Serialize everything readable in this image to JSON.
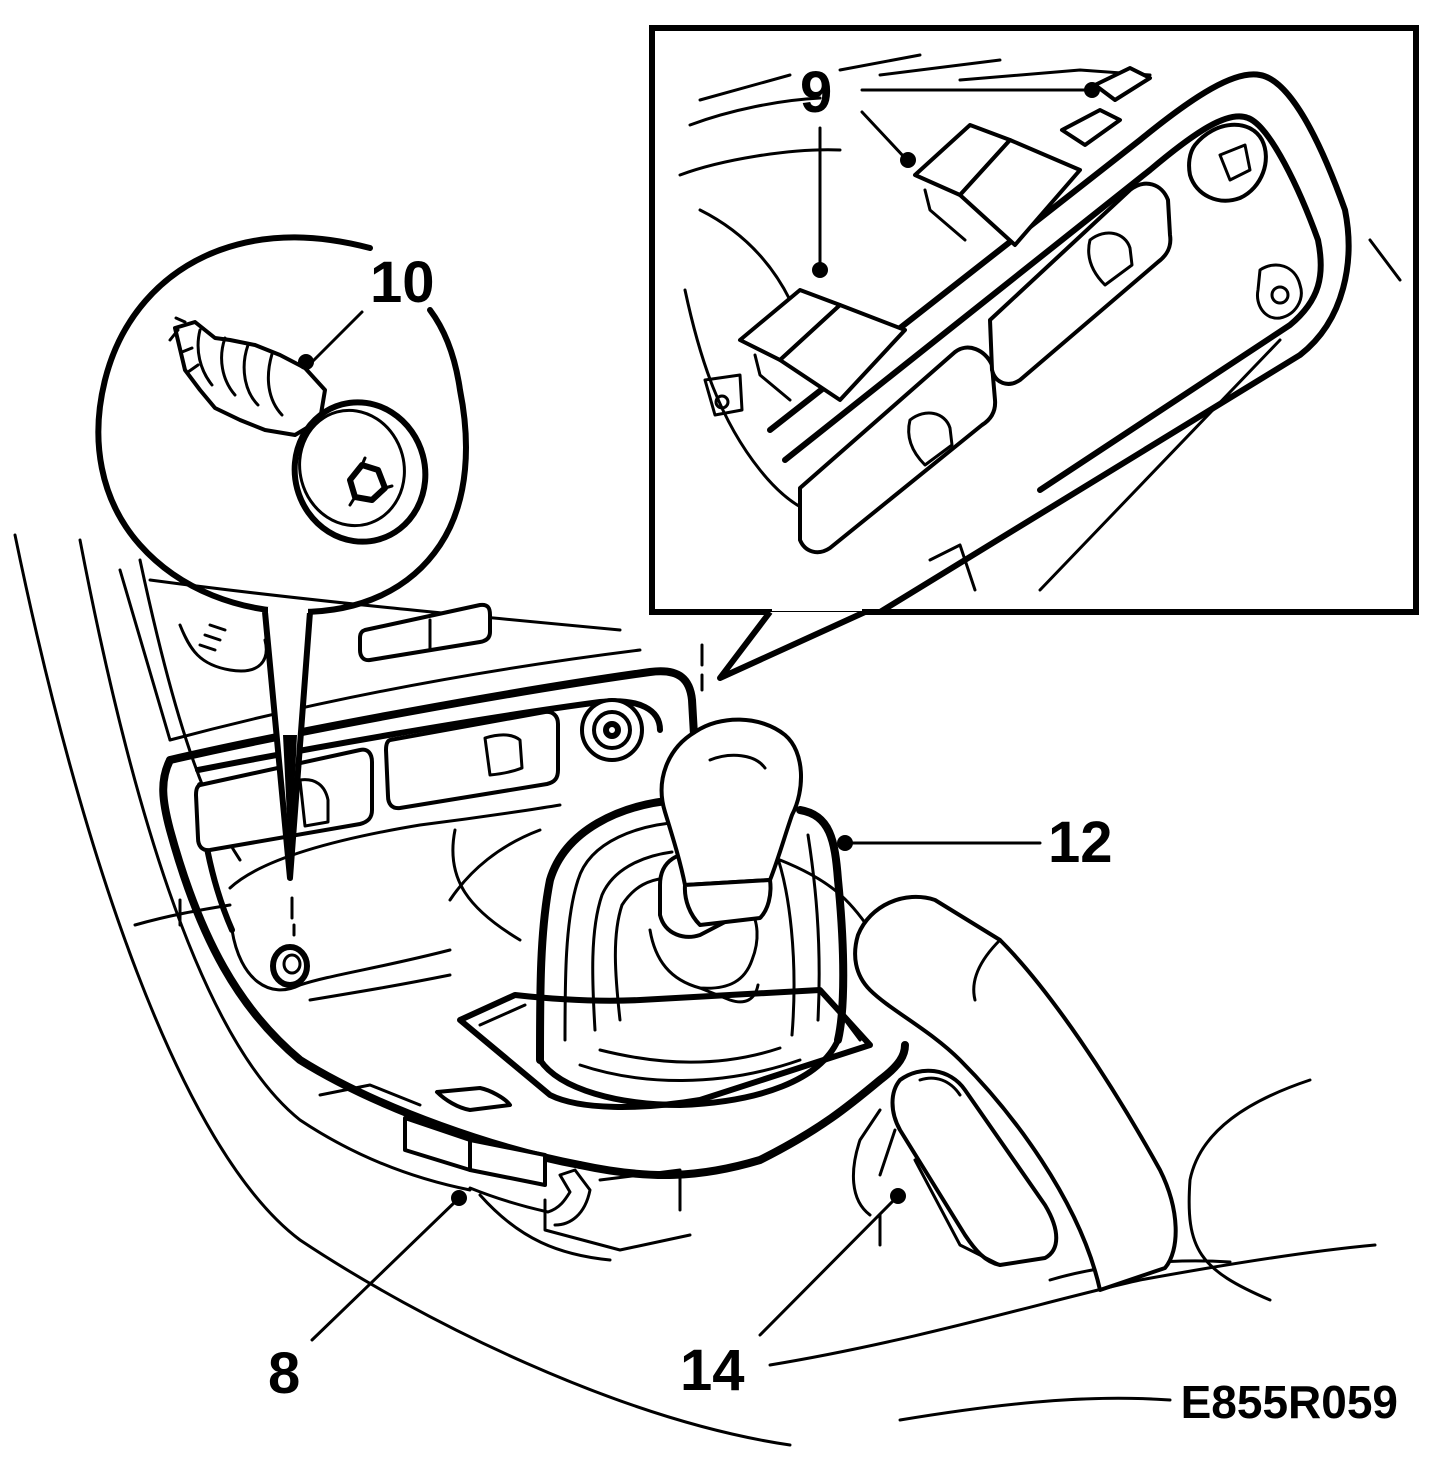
{
  "figure": {
    "reference_code": "E855R059",
    "callouts": {
      "c8": "8",
      "c9": "9",
      "c10": "10",
      "c12": "12",
      "c14": "14"
    }
  },
  "colors": {
    "line": "#000000",
    "background": "#ffffff"
  }
}
